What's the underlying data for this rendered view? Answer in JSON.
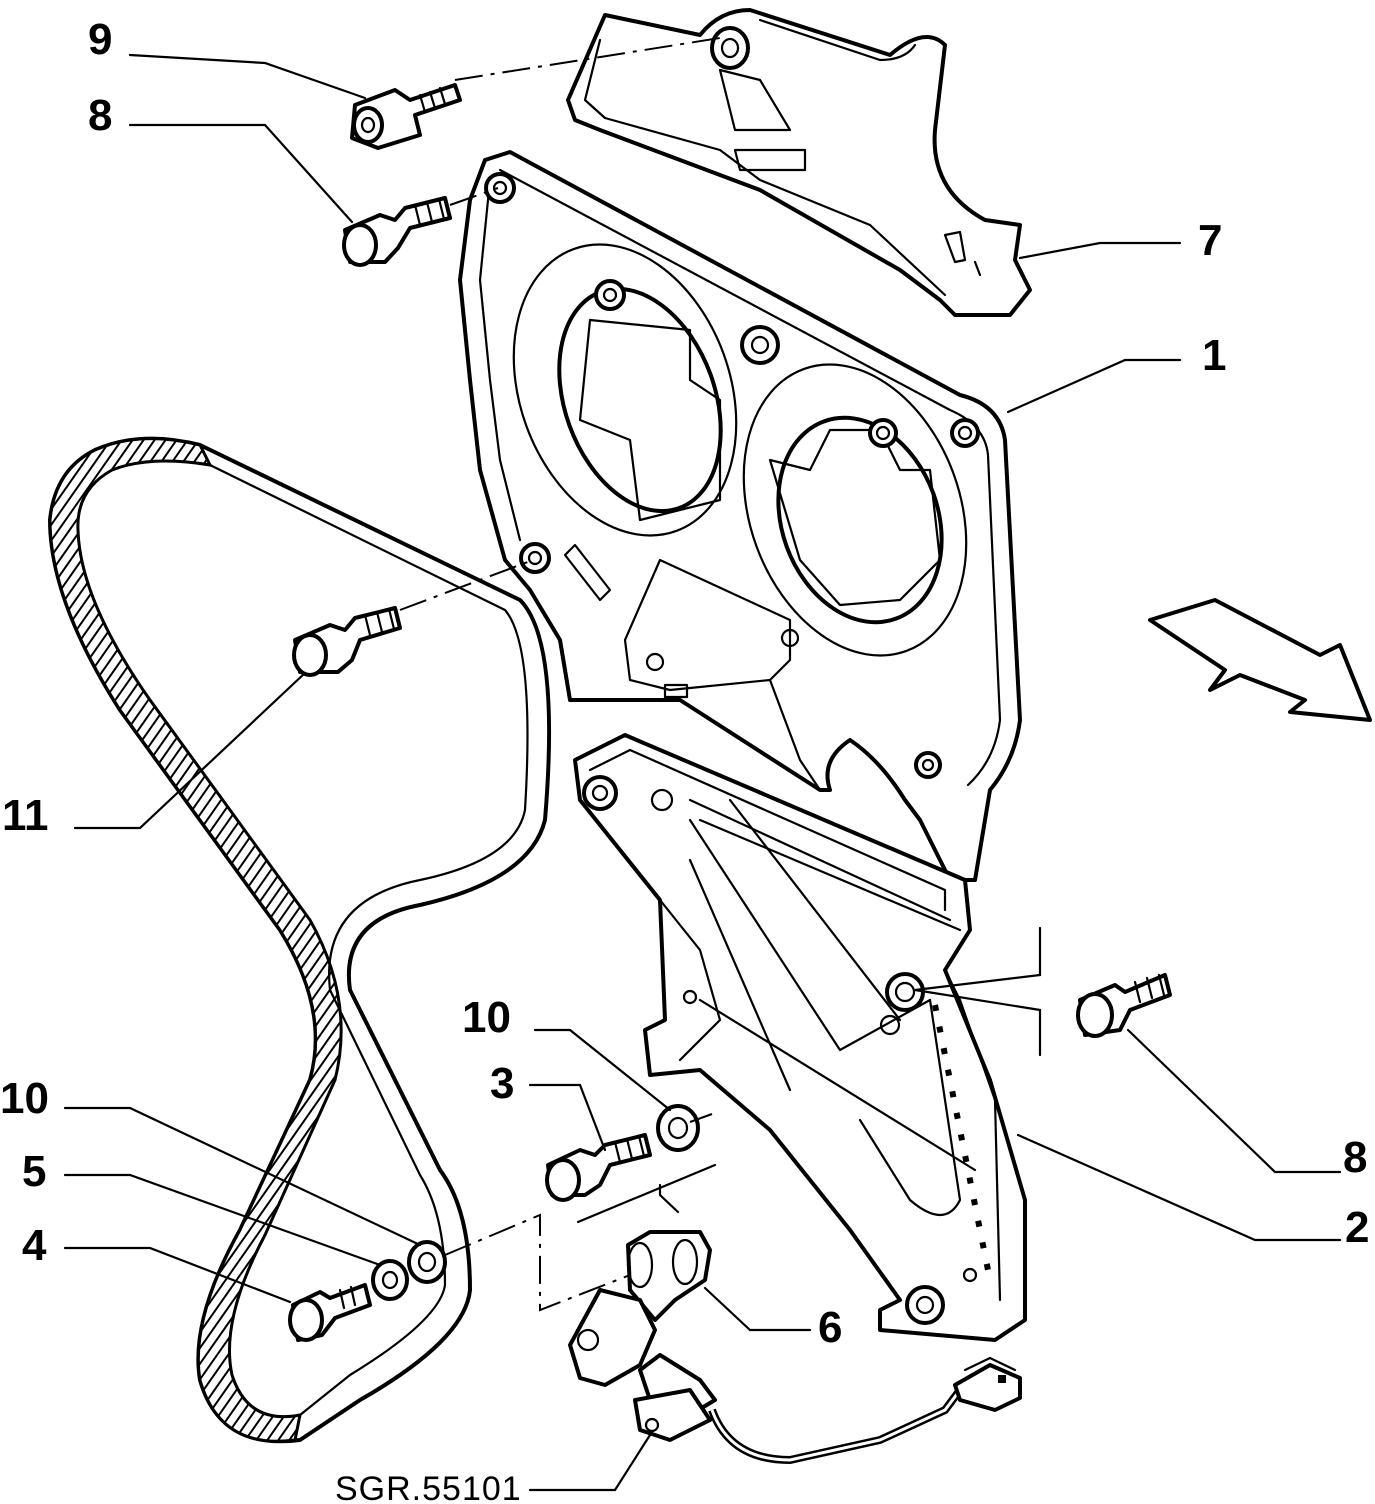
{
  "diagram": {
    "callouts": [
      {
        "label": "9"
      },
      {
        "label": "8"
      },
      {
        "label": "7"
      },
      {
        "label": "1"
      },
      {
        "label": "11"
      },
      {
        "label": "10"
      },
      {
        "label": "3"
      },
      {
        "label": "8"
      },
      {
        "label": "10"
      },
      {
        "label": "5"
      },
      {
        "label": "4"
      },
      {
        "label": "2"
      },
      {
        "label": "6"
      }
    ],
    "reference_code": "SGR.55101"
  }
}
